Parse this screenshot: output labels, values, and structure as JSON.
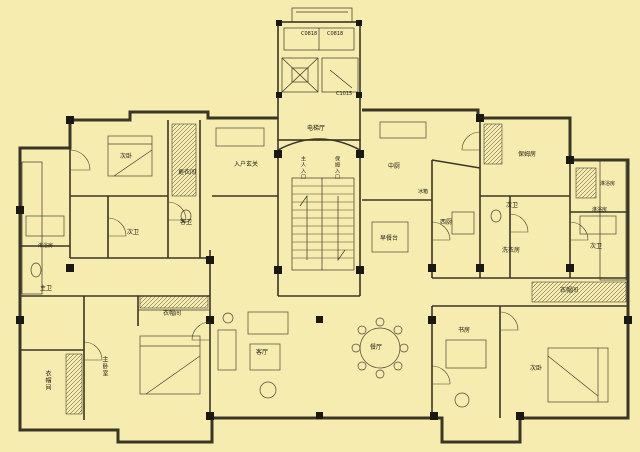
{
  "rooms": {
    "window_c0818": "C0818",
    "window_c0818b": "C0818",
    "window_c1015": "C1015",
    "elevator_hall": "电梯厅",
    "owner_entry": "主人入口",
    "nanny_entry": "保姆入口",
    "entrance_hall": "入户玄关",
    "secondary_bedroom_nw": "次卧",
    "coat_room_nw": "更衣间",
    "secondary_bath_nw": "次卫",
    "guest_bath": "客卫",
    "master_bath": "主卫",
    "coat_room_master": "衣帽间",
    "master_bedroom": "主卧室",
    "coat_room_master_w": "衣帽间",
    "living_room": "客厅",
    "dining_room": "餐厅",
    "breakfast_table": "早餐台",
    "chinese_kitchen": "中厨",
    "western_kitchen": "西厨",
    "nanny_room": "保姆房",
    "secondary_bath_ne": "次卫",
    "laundry_room": "洗衣房",
    "secondary_bath_e": "次卫",
    "coat_room_e": "衣帽间",
    "study": "书房",
    "secondary_bedroom_se": "次卧",
    "bath_fixture_tag_w": "淋浴房",
    "bath_fixture_tag_e": "淋浴房",
    "bath_fixture_tag_master": "淋浴房",
    "fridge_tag": "冰箱"
  }
}
